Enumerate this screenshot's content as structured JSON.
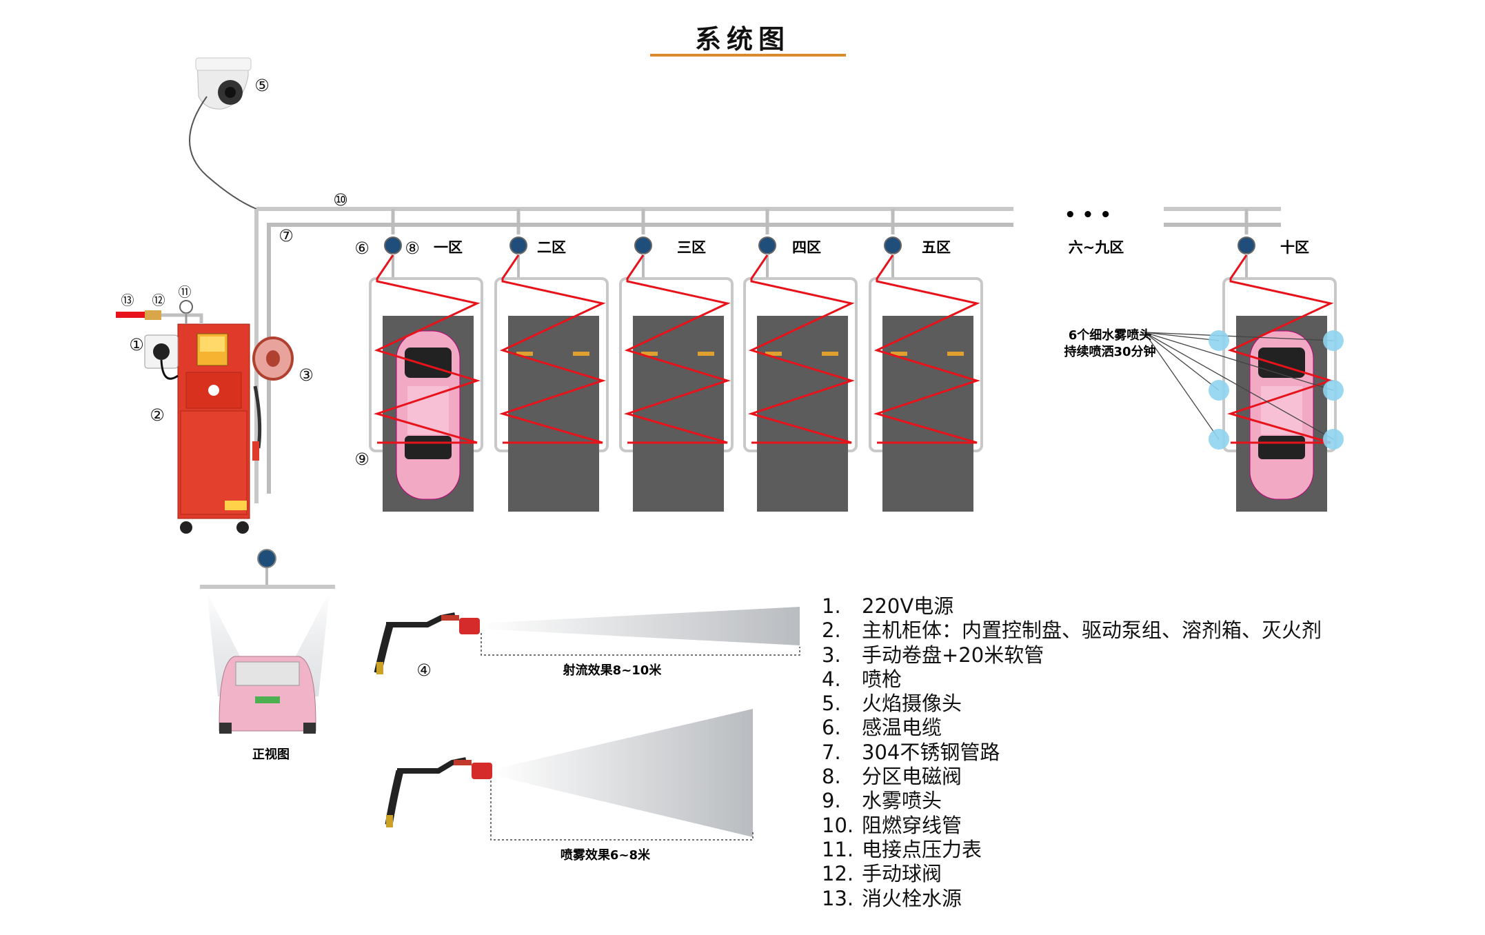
{
  "title": "系统图",
  "numbers": [
    "①",
    "②",
    "③",
    "④",
    "⑤",
    "⑥",
    "⑦",
    "⑧",
    "⑨",
    "⑩",
    "⑪",
    "⑫",
    "⑬"
  ],
  "zones": [
    "一区",
    "二区",
    "三区",
    "四区",
    "五区",
    "六~九区",
    "十区"
  ],
  "ellipsis": "• • •",
  "nozzle_note": [
    "6个细水雾喷头",
    "持续喷洒30分钟"
  ],
  "front_view_label": "正视图",
  "jet_label": "射流效果8~10米",
  "mist_label": "喷雾效果6~8米",
  "legend": [
    {
      "n": "1.",
      "text": "220V电源"
    },
    {
      "n": "2.",
      "text": "主机柜体：内置控制盘、驱动泵组、溶剂箱、灭火剂"
    },
    {
      "n": "3.",
      "text": "手动卷盘+20米软管"
    },
    {
      "n": "4.",
      "text": "喷枪"
    },
    {
      "n": "5.",
      "text": "火焰摄像头"
    },
    {
      "n": "6.",
      "text": "感温电缆"
    },
    {
      "n": "7.",
      "text": "304不锈钢管路"
    },
    {
      "n": "8.",
      "text": "分区电磁阀"
    },
    {
      "n": "9.",
      "text": "水雾喷头"
    },
    {
      "n": "10.",
      "text": "阻燃穿线管"
    },
    {
      "n": "11.",
      "text": "电接点压力表"
    },
    {
      "n": "12.",
      "text": "手动球阀"
    },
    {
      "n": "13.",
      "text": "消火栓水源"
    }
  ],
  "colors": {
    "accent": "#d98a2b",
    "cable": "#e8121b",
    "cabinet": "#e03a2a",
    "pipe": "#c8c8c8",
    "bay": "#5c5c5c",
    "car": "#f2a9c4",
    "nozzle": "#8fd3f0"
  }
}
